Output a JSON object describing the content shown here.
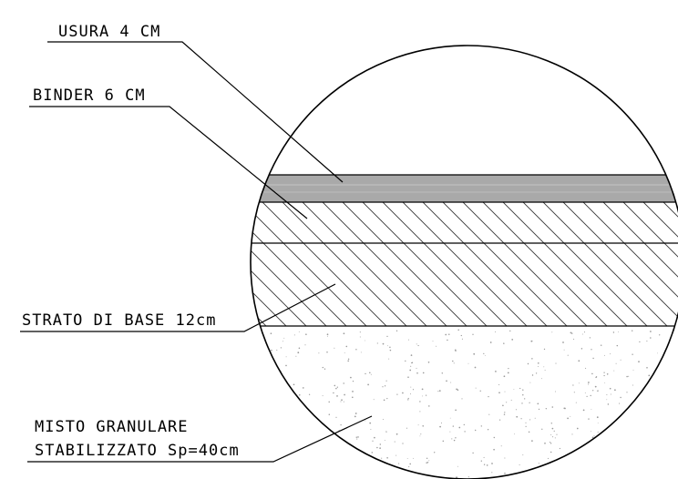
{
  "labels": {
    "usura": "USURA 4 CM",
    "binder": "BINDER 6 CM",
    "base": "STRATO DI BASE 12cm",
    "misto_line1": "MISTO GRANULARE",
    "misto_line2": "STABILIZZATO Sp=40cm"
  },
  "colors": {
    "usura_fill": "#a9a9a9",
    "line": "#000000",
    "hatch": "#333333",
    "stipple": "#9a9a9a",
    "background": "#ffffff"
  },
  "layers": [
    {
      "name": "USURA",
      "thickness_cm": 4,
      "pattern": "solid-gray"
    },
    {
      "name": "BINDER",
      "thickness_cm": 6,
      "pattern": "diagonal-hatch"
    },
    {
      "name": "STRATO DI BASE",
      "thickness_cm": 12,
      "pattern": "diagonal-hatch"
    },
    {
      "name": "MISTO GRANULARE STABILIZZATO",
      "thickness_cm": 40,
      "pattern": "stipple"
    }
  ]
}
